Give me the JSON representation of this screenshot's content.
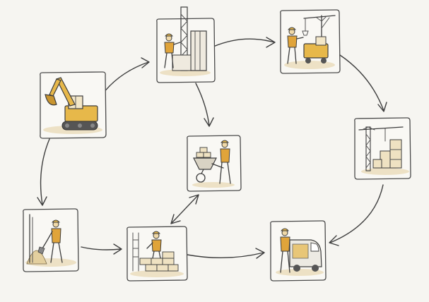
{
  "colors": {
    "background": "#f6f5f1",
    "machine_yellow": "#e7b84a",
    "vest_orange": "#e0a43a",
    "ink": "#3d3d3d",
    "ground_sand": "#e8d9b5"
  },
  "nodes": [
    {
      "id": "excavation",
      "icon": "excavator-icon"
    },
    {
      "id": "tower-framing",
      "icon": "scaffold-worker-icon"
    },
    {
      "id": "crane-lifting",
      "icon": "crane-loader-icon"
    },
    {
      "id": "tower-crane-stacking",
      "icon": "tower-crane-blocks-icon"
    },
    {
      "id": "material-transport",
      "icon": "wheelbarrow-worker-icon"
    },
    {
      "id": "site-clearing",
      "icon": "shovel-worker-icon"
    },
    {
      "id": "bricklaying",
      "icon": "bricklayer-icon"
    },
    {
      "id": "delivery",
      "icon": "delivery-truck-icon"
    }
  ],
  "edges": [
    {
      "from": "excavation",
      "to": "tower-framing"
    },
    {
      "from": "tower-framing",
      "to": "crane-lifting"
    },
    {
      "from": "crane-lifting",
      "to": "tower-crane-stacking"
    },
    {
      "from": "tower-crane-stacking",
      "to": "delivery"
    },
    {
      "from": "tower-framing",
      "to": "material-transport"
    },
    {
      "from": "excavation",
      "to": "site-clearing"
    },
    {
      "from": "site-clearing",
      "to": "bricklaying"
    },
    {
      "from": "bricklaying",
      "to": "delivery"
    },
    {
      "from": "bricklaying",
      "to": "material-transport",
      "bidirectional": true
    }
  ]
}
